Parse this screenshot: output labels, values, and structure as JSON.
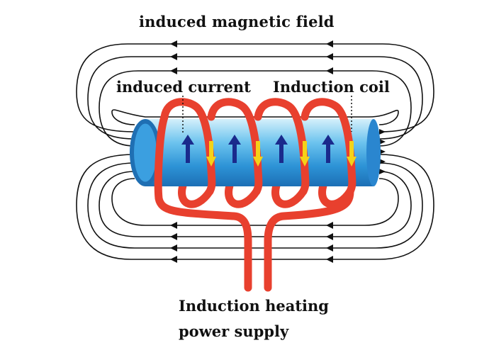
{
  "labels": {
    "title": "induced magnetic field",
    "induced_current": "induced current",
    "induction_coil": "Induction coil",
    "supply_line1": "Induction heating",
    "supply_line2": "power supply"
  },
  "colors": {
    "field_lines": "#111111",
    "coil": "#e8402e",
    "workpiece_light": "#bfe6f7",
    "workpiece_dark": "#2d93d6",
    "current_arrows": "#1a2a8c",
    "coil_arrows": "#f5d218"
  },
  "icons": {
    "field_arrow": "arrow-left-icon",
    "current_arrow": "arrow-up-icon",
    "coil_current_arrow": "arrow-down-icon"
  }
}
